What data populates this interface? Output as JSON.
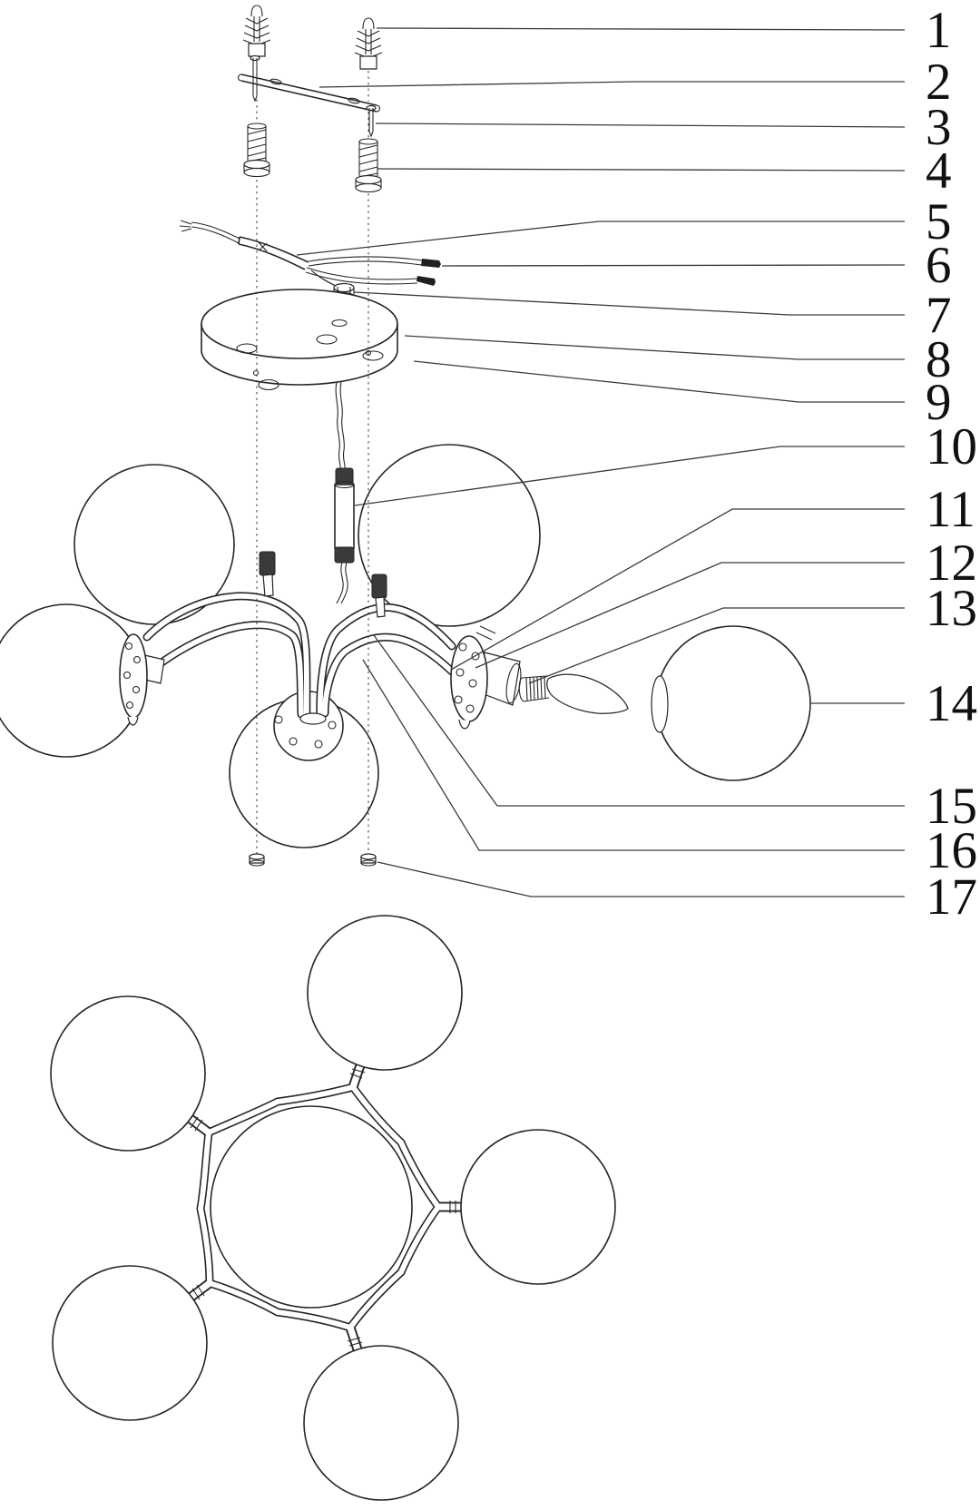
{
  "diagram": {
    "background": "#ffffff",
    "line_color": "#262626",
    "leader_color": "#3a3a3a",
    "parts": [
      {
        "label": "1"
      },
      {
        "label": "2"
      },
      {
        "label": "3"
      },
      {
        "label": "4"
      },
      {
        "label": "5"
      },
      {
        "label": "6"
      },
      {
        "label": "7"
      },
      {
        "label": "8"
      },
      {
        "label": "9"
      },
      {
        "label": "10"
      },
      {
        "label": "11"
      },
      {
        "label": "12"
      },
      {
        "label": "13"
      },
      {
        "label": "14"
      },
      {
        "label": "15"
      },
      {
        "label": "16"
      },
      {
        "label": "17"
      }
    ]
  }
}
